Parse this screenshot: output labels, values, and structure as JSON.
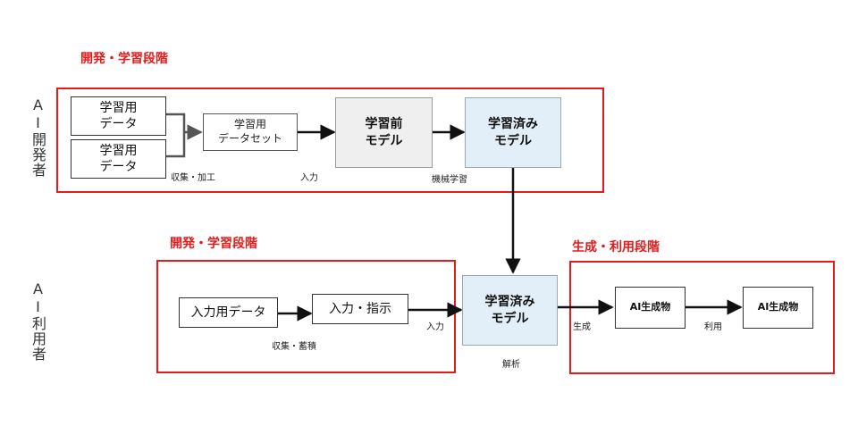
{
  "stages": {
    "dev_top": "開発・学習段階",
    "dev_mid": "開発・学習段階",
    "gen": "生成・利用段階"
  },
  "side_labels": {
    "developer": "AI開発者",
    "user": "AI利用者"
  },
  "nodes": {
    "data1": "学習用\nデータ",
    "data2": "学習用\nデータ",
    "dataset": "学習用\nデータセット",
    "pre_model": "学習前\nモデル",
    "trained_model_top": "学習済み\nモデル",
    "input_data": "入力用データ",
    "input_instruction": "入力・指示",
    "trained_model_bottom": "学習済み\nモデル",
    "ai_gen1": "AI生成物",
    "ai_gen2": "AI生成物"
  },
  "edge_labels": {
    "collect_process": "収集・加工",
    "input_top": "入力",
    "ml": "機械学習",
    "collect_store": "収集・蓄積",
    "input_bottom": "入力",
    "analysis": "解析",
    "generate": "生成",
    "use": "利用"
  }
}
